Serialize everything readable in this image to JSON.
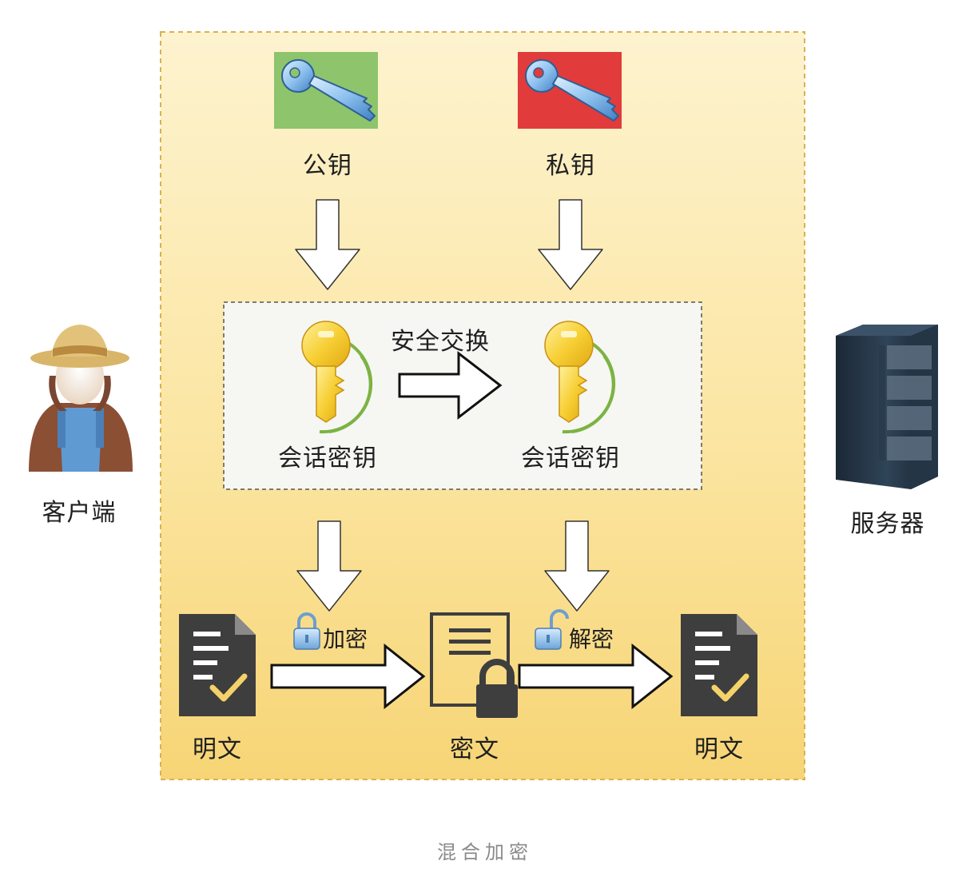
{
  "labels": {
    "public_key": "公钥",
    "private_key": "私钥",
    "secure_exchange": "安全交换",
    "session_key_left": "会话密钥",
    "session_key_right": "会话密钥",
    "client": "客户端",
    "server": "服务器",
    "encrypt": "加密",
    "decrypt": "解密",
    "plaintext_left": "明文",
    "ciphertext": "密文",
    "plaintext_right": "明文"
  },
  "caption": "混合加密",
  "colors": {
    "panel_top": "#fdf0c0",
    "panel_bottom": "#f8d77c",
    "panel_border": "#e2bd55",
    "inner_panel": "#f7f7f4",
    "public_key_bg": "#8dc26b",
    "private_key_bg": "#e03b3b",
    "session_key_gold": "#f5c631",
    "session_ring": "#7cb342",
    "doc_dark": "#3d3d3d",
    "arrow_fill": "#ffffff",
    "arrow_stroke": "#222222"
  },
  "icons": {
    "public_key": "blue-key-icon",
    "private_key": "blue-key-icon",
    "session_key": "gold-key-icon",
    "client": "farmer-avatar-icon",
    "server": "server-rack-icon",
    "plaintext": "document-check-icon",
    "ciphertext": "document-lock-icon",
    "encrypt": "closed-padlock-icon",
    "decrypt": "open-padlock-icon"
  }
}
